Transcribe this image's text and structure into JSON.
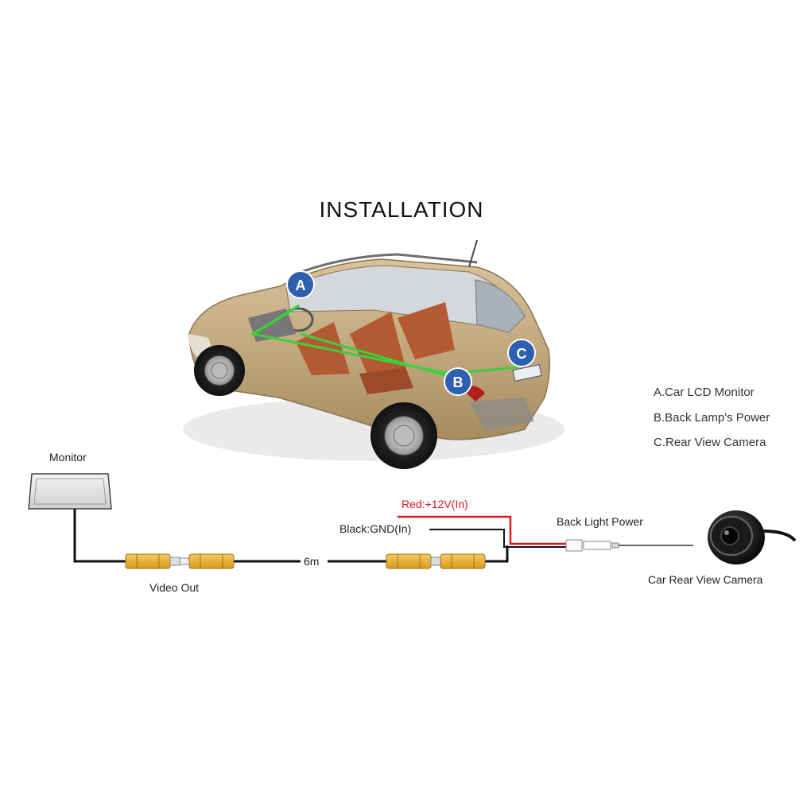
{
  "title": "INSTALLATION",
  "car_markers": [
    {
      "letter": "A"
    },
    {
      "letter": "B"
    },
    {
      "letter": "C"
    }
  ],
  "legend": [
    "A.Car LCD Monitor",
    "B.Back Lamp's Power",
    "C.Rear View Camera"
  ],
  "wiring": {
    "monitor_label": "Monitor",
    "video_out_label": "Video Out",
    "cable_length": "6m",
    "red_wire_label": "Red:+12V(In)",
    "black_wire_label": "Black:GND(In)",
    "back_light_label": "Back Light Power",
    "camera_label": "Car Rear View Camera"
  },
  "colors": {
    "marker_fill": "#2f5fb0",
    "wire_path": "#3cd03c",
    "rca_connector": "#f0b030",
    "red_wire": "#e01818",
    "black_wire": "#111111",
    "car_body": "#c7ae84",
    "seats": "#b45a32"
  }
}
